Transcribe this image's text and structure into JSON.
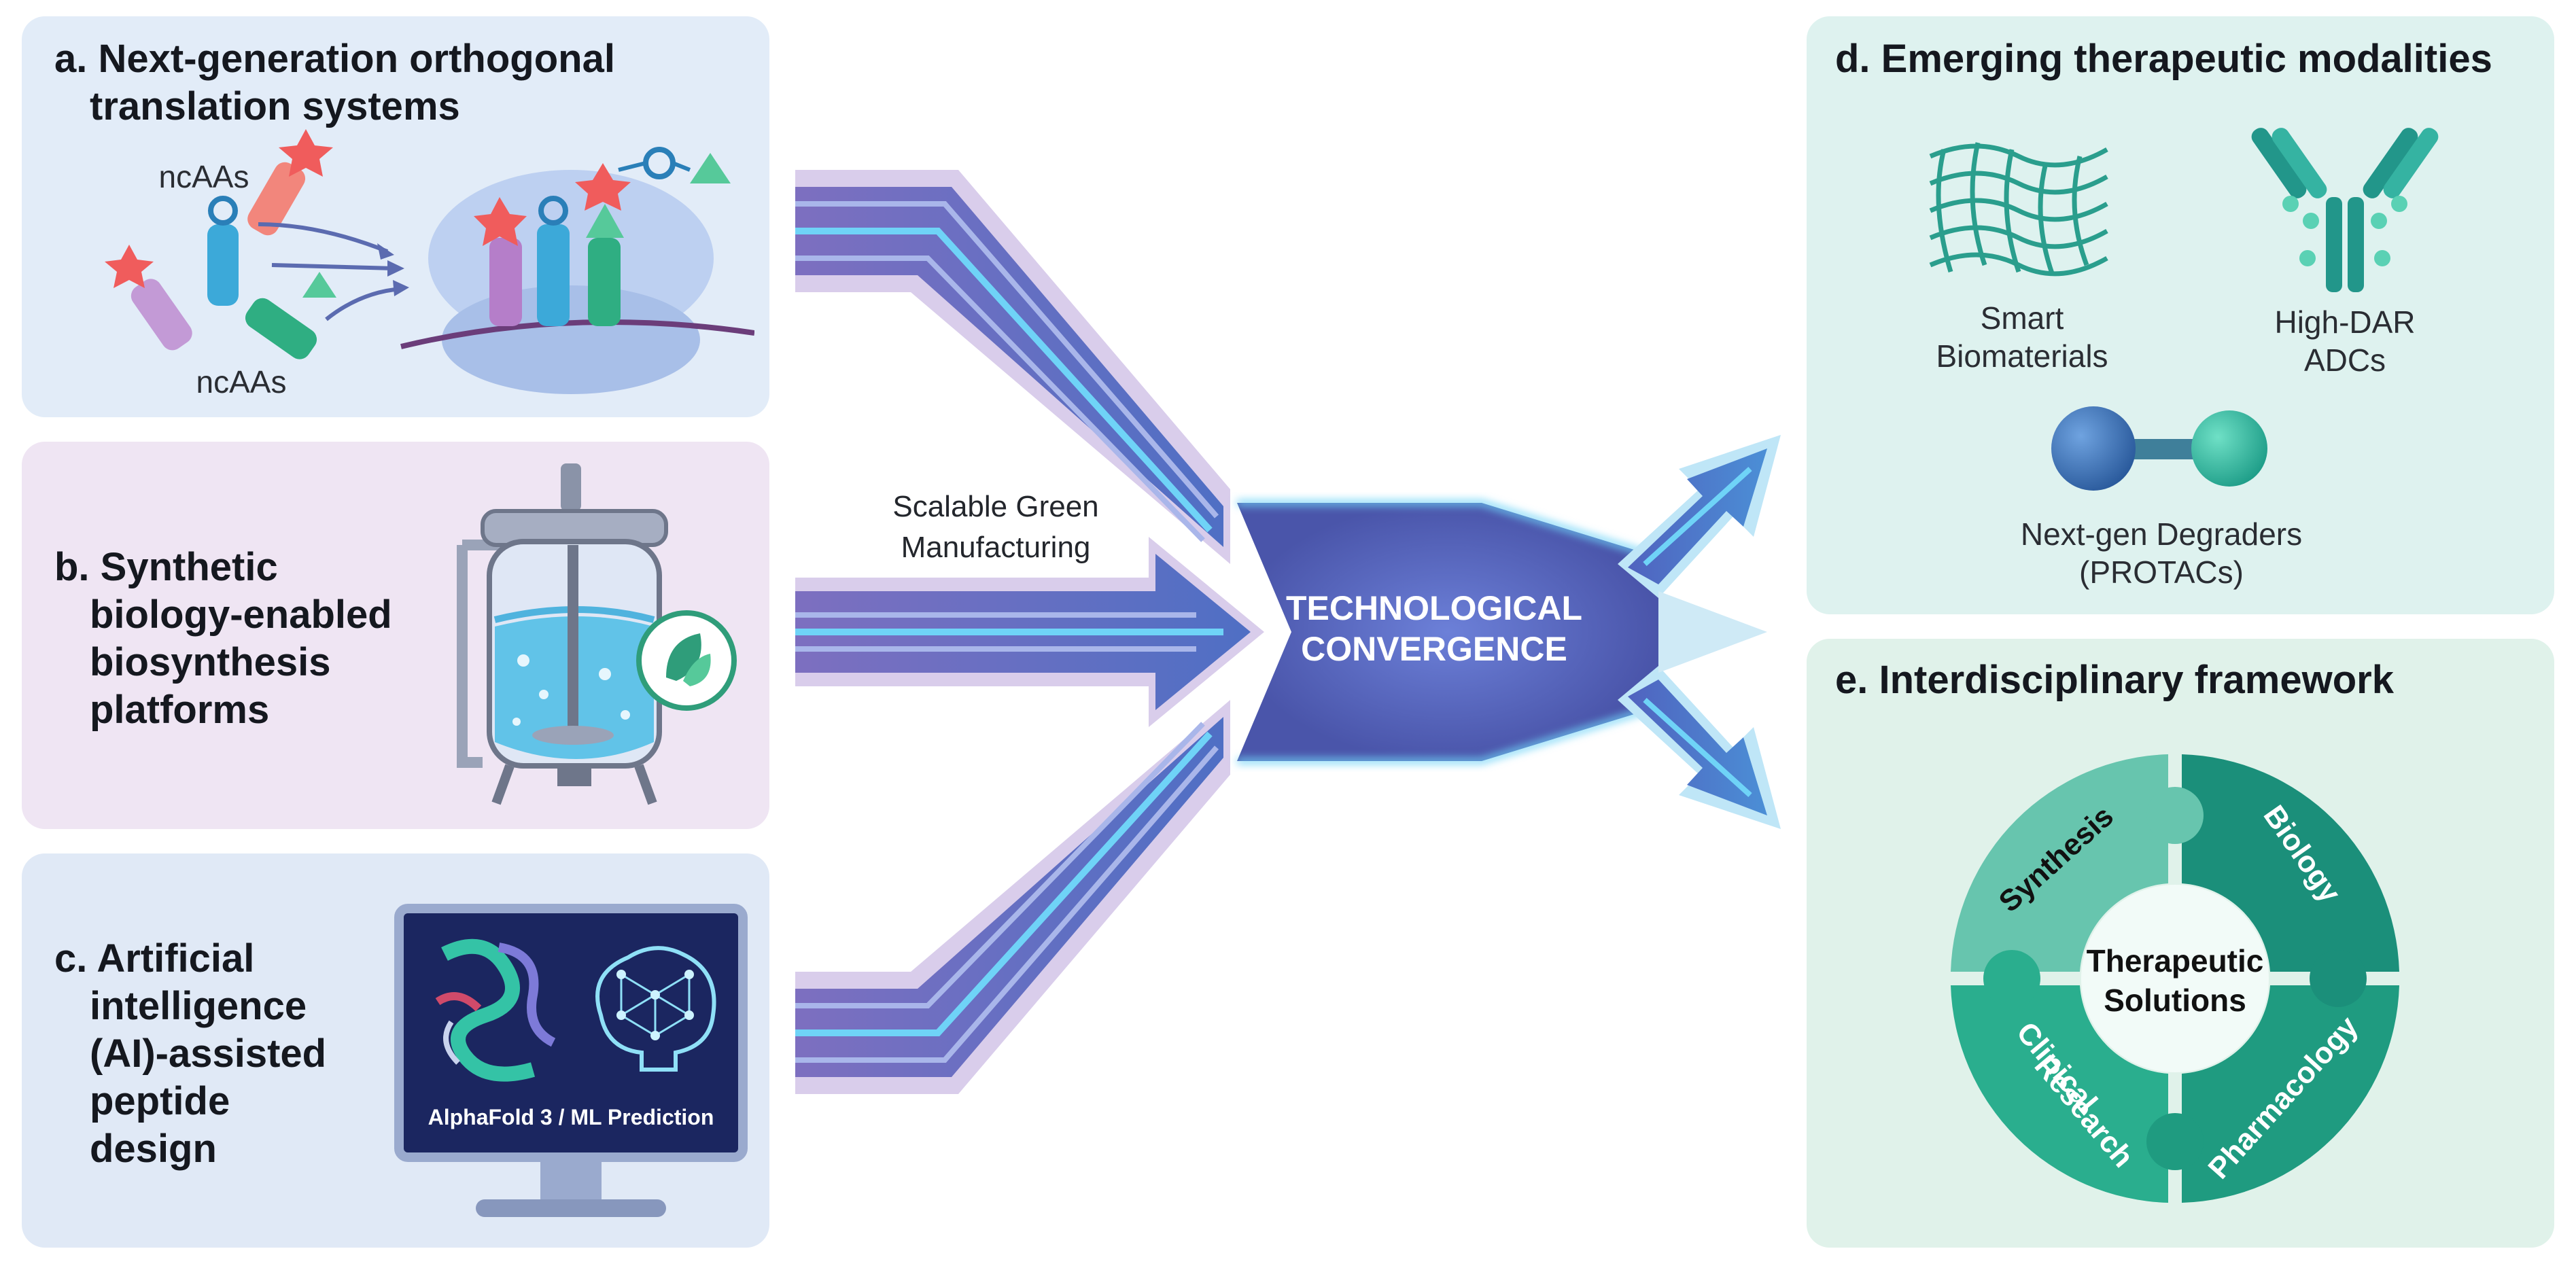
{
  "panel_a": {
    "title_line1": "a. Next-generation orthogonal",
    "title_line2": "translation systems",
    "ncaa_label_top": "ncAAs",
    "ncaa_label_bottom": "ncAAs"
  },
  "panel_b": {
    "title_line1": "b. Synthetic",
    "title_line2": "biology-enabled",
    "title_line3": "biosynthesis",
    "title_line4": "platforms"
  },
  "panel_c": {
    "title_line1": "c. Artificial",
    "title_line2": "intelligence",
    "title_line3": "(AI)-assisted",
    "title_line4": "peptide",
    "title_line5": "design",
    "monitor_caption": "AlphaFold 3 / ML Prediction"
  },
  "center": {
    "green_label_line1": "Scalable Green",
    "green_label_line2": "Manufacturing",
    "convergence_line1": "TECHNOLOGICAL",
    "convergence_line2": "CONVERGENCE"
  },
  "panel_d": {
    "title": "d. Emerging therapeutic modalities",
    "biomaterials_line1": "Smart",
    "biomaterials_line2": "Biomaterials",
    "adc_line1": "High-DAR",
    "adc_line2": "ADCs",
    "degrader_line1": "Next-gen Degraders",
    "degrader_line2": "(PROTACs)"
  },
  "panel_e": {
    "title": "e. Interdisciplinary framework",
    "seg_synthesis": "Synthesis",
    "seg_biology": "Biology",
    "seg_pharmacology": "Pharmacology",
    "seg_clinical_line1": "Clinical",
    "seg_clinical_line2": "Research",
    "center_line1": "Therapeutic",
    "center_line2": "Solutions"
  },
  "colors": {
    "panel_a_bg": "#e2ecf8",
    "panel_b_bg": "#efe5f3",
    "panel_c_bg": "#e0e9f6",
    "panel_d_bg": "#def2ef",
    "panel_e_bg": "#e0f2ea",
    "flow_dark": "#5a5fb0",
    "flow_light": "#4fc3f7",
    "teal": "#1f9e89"
  }
}
